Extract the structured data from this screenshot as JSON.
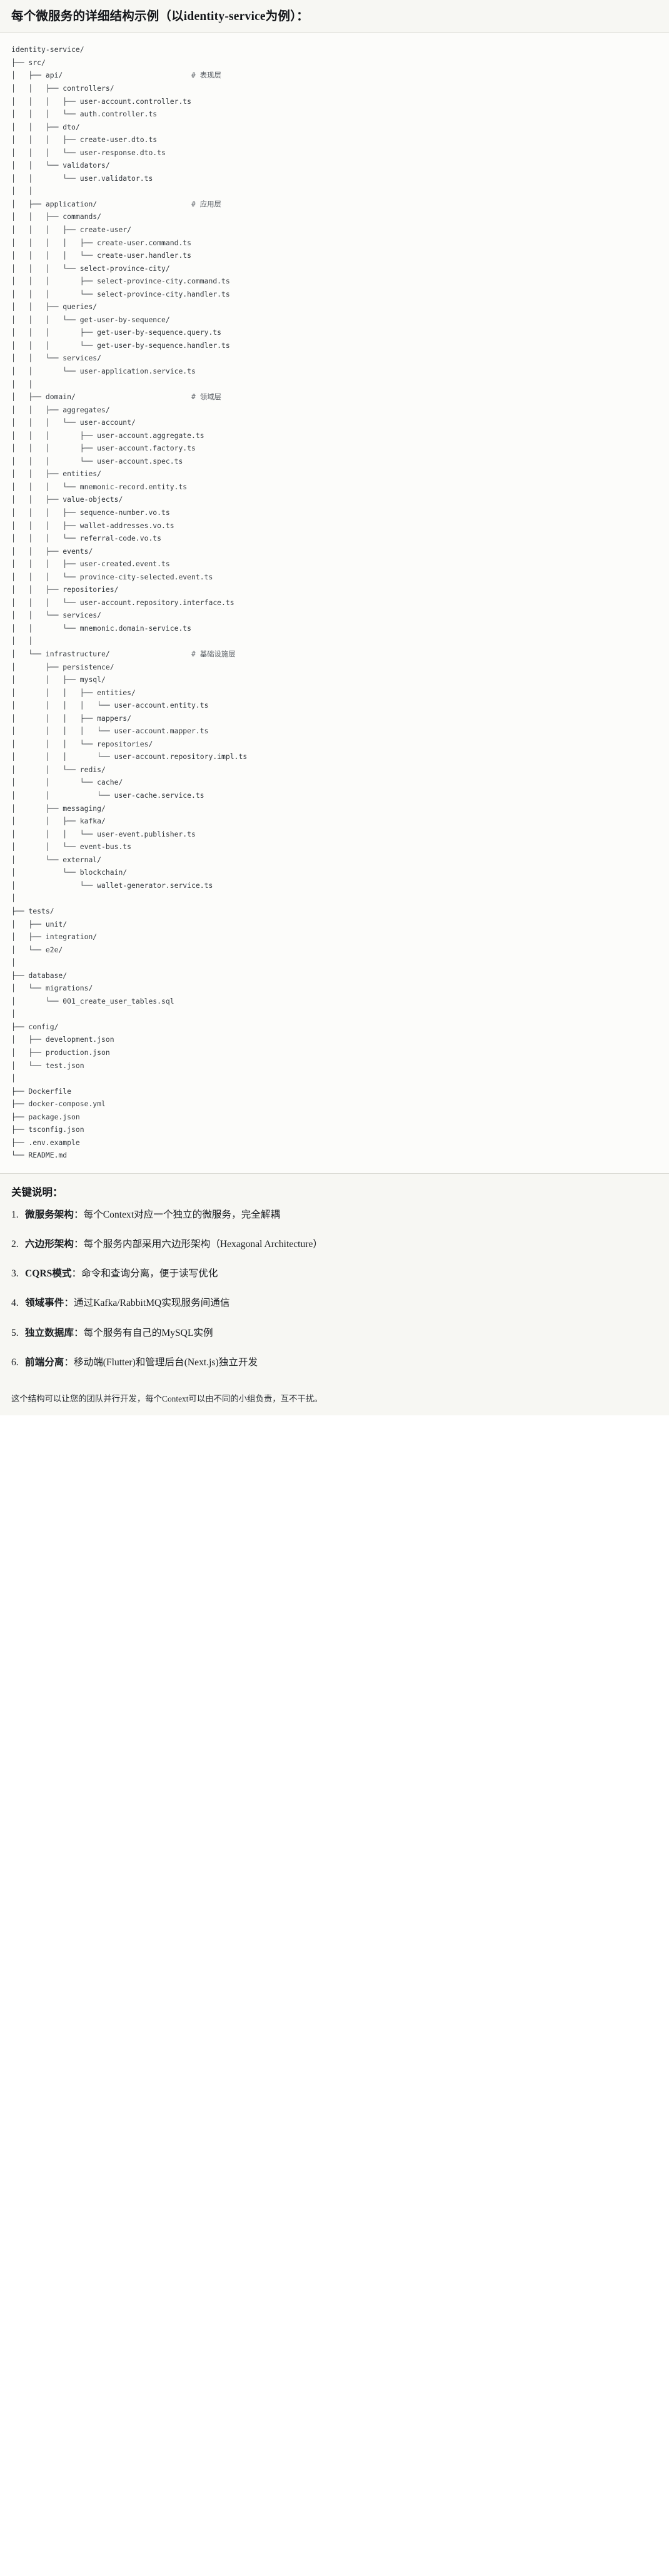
{
  "header": {
    "title": "每个微服务的详细结构示例（以identity-service为例）："
  },
  "tree": {
    "root_label": "identity-service/",
    "comments": {
      "api": "# 表现层",
      "application": "# 应用层",
      "domain": "# 领域层",
      "infrastructure": "# 基础设施层"
    },
    "text": "identity-service/\n├── src/\n│   ├── api/                              # 表现层\n│   │   ├── controllers/\n│   │   │   ├── user-account.controller.ts\n│   │   │   └── auth.controller.ts\n│   │   ├── dto/\n│   │   │   ├── create-user.dto.ts\n│   │   │   └── user-response.dto.ts\n│   │   └── validators/\n│   │       └── user.validator.ts\n│   │\n│   ├── application/                      # 应用层\n│   │   ├── commands/\n│   │   │   ├── create-user/\n│   │   │   │   ├── create-user.command.ts\n│   │   │   │   └── create-user.handler.ts\n│   │   │   └── select-province-city/\n│   │   │       ├── select-province-city.command.ts\n│   │   │       └── select-province-city.handler.ts\n│   │   ├── queries/\n│   │   │   └── get-user-by-sequence/\n│   │   │       ├── get-user-by-sequence.query.ts\n│   │   │       └── get-user-by-sequence.handler.ts\n│   │   └── services/\n│   │       └── user-application.service.ts\n│   │\n│   ├── domain/                           # 领域层\n│   │   ├── aggregates/\n│   │   │   └── user-account/\n│   │   │       ├── user-account.aggregate.ts\n│   │   │       ├── user-account.factory.ts\n│   │   │       └── user-account.spec.ts\n│   │   ├── entities/\n│   │   │   └── mnemonic-record.entity.ts\n│   │   ├── value-objects/\n│   │   │   ├── sequence-number.vo.ts\n│   │   │   ├── wallet-addresses.vo.ts\n│   │   │   └── referral-code.vo.ts\n│   │   ├── events/\n│   │   │   ├── user-created.event.ts\n│   │   │   └── province-city-selected.event.ts\n│   │   ├── repositories/\n│   │   │   └── user-account.repository.interface.ts\n│   │   └── services/\n│   │       └── mnemonic.domain-service.ts\n│   │\n│   └── infrastructure/                   # 基础设施层\n│       ├── persistence/\n│       │   ├── mysql/\n│       │   │   ├── entities/\n│       │   │   │   └── user-account.entity.ts\n│       │   │   ├── mappers/\n│       │   │   │   └── user-account.mapper.ts\n│       │   │   └── repositories/\n│       │   │       └── user-account.repository.impl.ts\n│       │   └── redis/\n│       │       └── cache/\n│       │           └── user-cache.service.ts\n│       ├── messaging/\n│       │   ├── kafka/\n│       │   │   └── user-event.publisher.ts\n│       │   └── event-bus.ts\n│       └── external/\n│           └── blockchain/\n│               └── wallet-generator.service.ts\n│\n├── tests/\n│   ├── unit/\n│   ├── integration/\n│   └── e2e/\n│\n├── database/\n│   └── migrations/\n│       └── 001_create_user_tables.sql\n│\n├── config/\n│   ├── development.json\n│   ├── production.json\n│   └── test.json\n│\n├── Dockerfile\n├── docker-compose.yml\n├── package.json\n├── tsconfig.json\n├── .env.example\n└── README.md"
  },
  "notes": {
    "title": "关键说明：",
    "items": [
      {
        "term": "微服务架构",
        "sep": "：",
        "desc": "每个Context对应一个独立的微服务，完全解耦"
      },
      {
        "term": "六边形架构",
        "sep": "：",
        "desc": "每个服务内部采用六边形架构（Hexagonal Architecture）"
      },
      {
        "term": "CQRS模式",
        "sep": "：",
        "desc": "命令和查询分离，便于读写优化"
      },
      {
        "term": "领域事件",
        "sep": "：",
        "desc": "通过Kafka/RabbitMQ实现服务间通信"
      },
      {
        "term": "独立数据库",
        "sep": "：",
        "desc": "每个服务有自己的MySQL实例"
      },
      {
        "term": "前端分离",
        "sep": "：",
        "desc": "移动端(Flutter)和管理后台(Next.js)独立开发"
      }
    ],
    "footer": "这个结构可以让您的团队并行开发，每个Context可以由不同的小组负责，互不干扰。"
  },
  "colors": {
    "page_bg": "#ffffff",
    "header_bg": "#f7f7f3",
    "tree_bg": "#fcfcfa",
    "notes_bg": "#f7f7f3",
    "text": "#1f2328",
    "tree_text": "#32373d",
    "comment_text": "#5b6066",
    "divider": "#d8d8d2"
  }
}
